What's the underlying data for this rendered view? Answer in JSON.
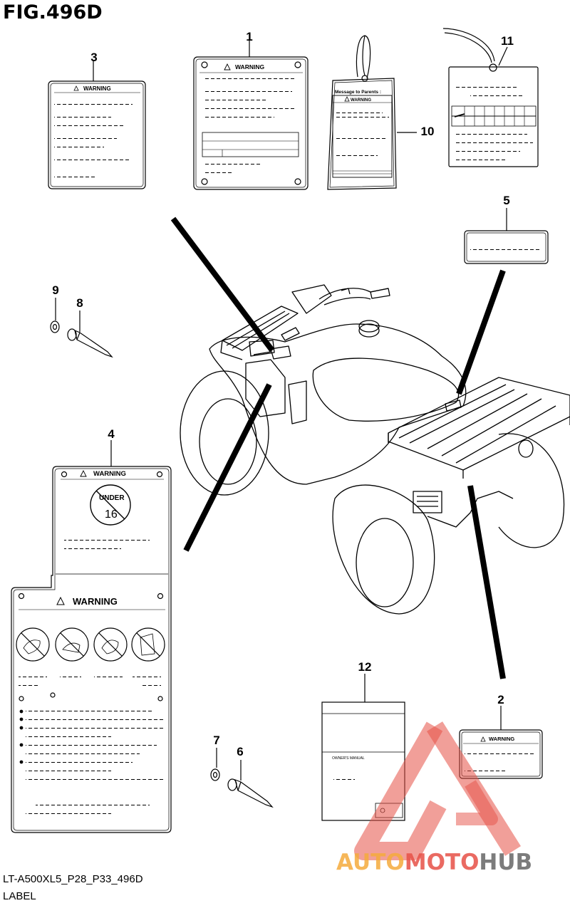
{
  "figure": {
    "title": "FIG.496D",
    "code": "LT-A500XL5_P28_P33_496D",
    "section": "LABEL"
  },
  "callouts": [
    "1",
    "2",
    "3",
    "4",
    "5",
    "6",
    "7",
    "8",
    "9",
    "10",
    "11",
    "12"
  ],
  "label_text": {
    "warning": "WARNING",
    "message_to_parents": "Message to Parents :",
    "under": "UNDER",
    "age": "16",
    "owners_manual": "OWNER'S MANUAL"
  },
  "watermark": {
    "auto": "AUTO",
    "moto": "MOTO",
    "hub": "HUB"
  },
  "colors": {
    "line": "#000000",
    "watermark_orange": "#f5aa3c",
    "watermark_red": "#e65046",
    "watermark_gray": "#6e6e6e"
  }
}
